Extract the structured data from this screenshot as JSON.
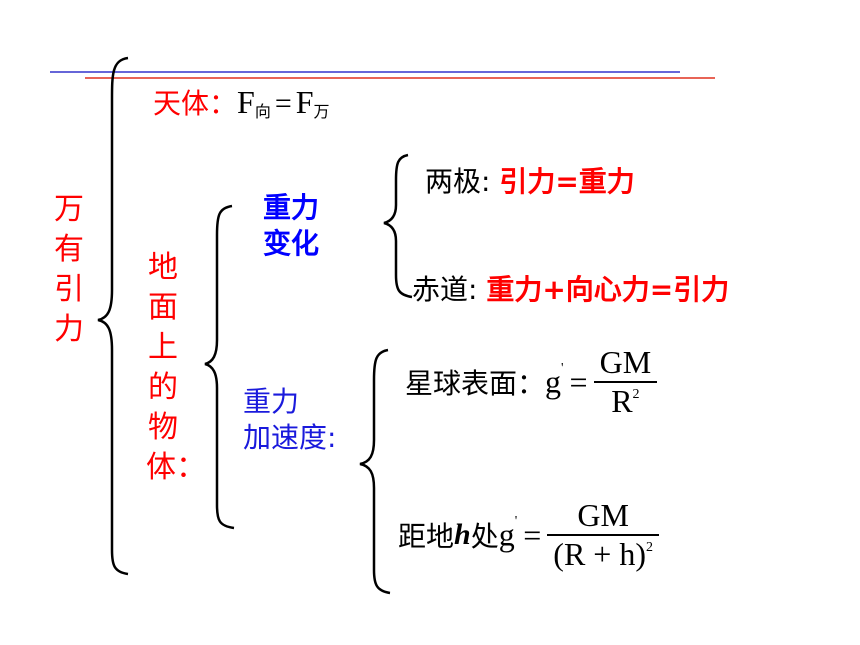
{
  "root": {
    "label": "万有引力"
  },
  "celestial": {
    "label": "天体：",
    "F": "F",
    "sub_left": "向",
    "eq": "=",
    "sub_right": "万"
  },
  "ground": {
    "label": "地面上的物体："
  },
  "gravity_change": {
    "label_line1": "重力",
    "label_line2": "变化",
    "poles_label": "两极:",
    "poles_value": "引力=重力",
    "equator_label": "赤道:",
    "equator_value": "重力+向心力=引力"
  },
  "gravity_accel": {
    "label_line1": "重力",
    "label_line2": "加速度:",
    "surface_label": "星球表面：",
    "g": "g",
    "prime": "'",
    "eq": "=",
    "surface_num": "GM",
    "surface_den": "R",
    "sq": "2",
    "height_label_pre": "距地",
    "height_label_h": "h",
    "height_label_post": "处",
    "height_num": "GM",
    "height_den": "(R + h)"
  },
  "colors": {
    "red": "#ff0000",
    "blue": "#1a1adc",
    "navy": "#0000ff",
    "rule_blue": "#3333cc",
    "rule_red": "#e0301e"
  },
  "icons": [
    "brace-large",
    "brace-medium",
    "brace-small"
  ]
}
